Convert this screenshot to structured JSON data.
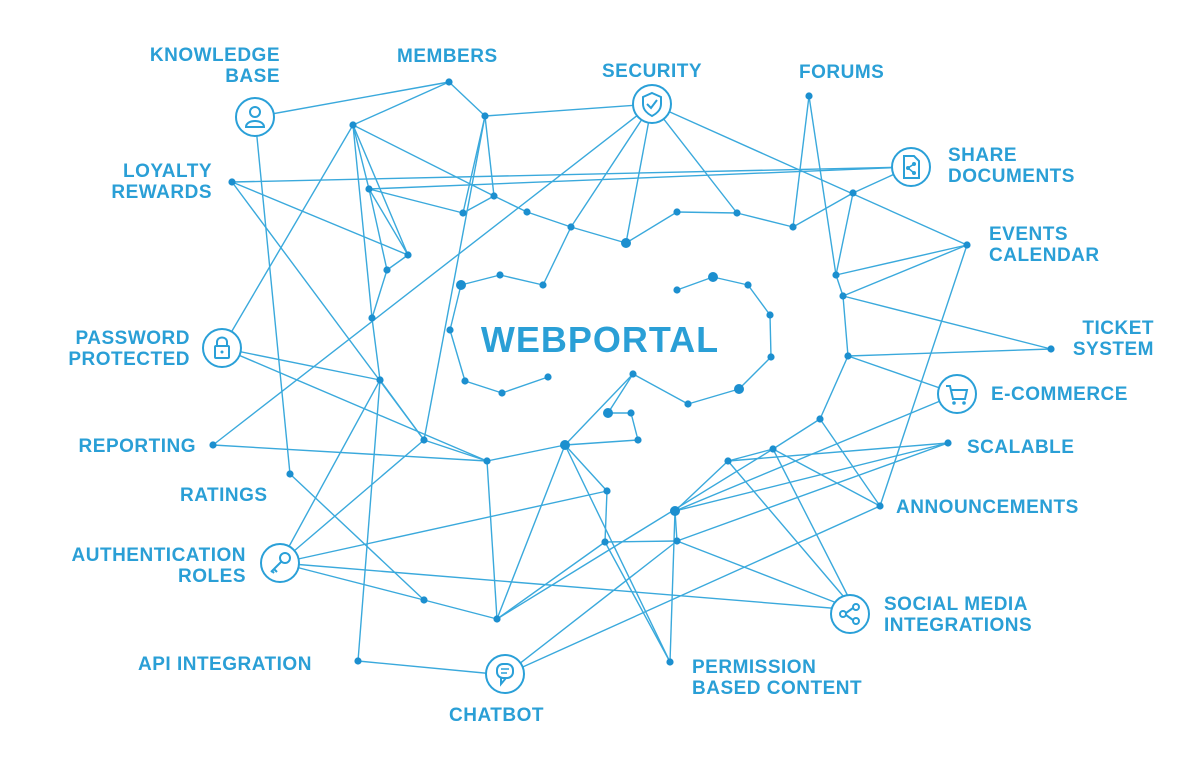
{
  "diagram": {
    "title": "WEBPORTAL",
    "colors": {
      "primary": "#2a9fd6",
      "line": "#3aa9dc",
      "node": "#1c8fcf",
      "background": "#ffffff"
    },
    "labels": {
      "knowledge_base": [
        "KNOWLEDGE",
        "BASE"
      ],
      "members": "MEMBERS",
      "security": "SECURITY",
      "forums": "FORUMS",
      "loyalty_rewards": [
        "LOYALTY",
        "REWARDS"
      ],
      "share_documents": [
        "SHARE",
        "DOCUMENTS"
      ],
      "events_calendar": [
        "EVENTS",
        "CALENDAR"
      ],
      "password_protected": [
        "PASSWORD",
        "PROTECTED"
      ],
      "ticket_system": [
        "TICKET",
        "SYSTEM"
      ],
      "e_commerce": "E-COMMERCE",
      "reporting": "REPORTING",
      "scalable": "SCALABLE",
      "ratings": "RATINGS",
      "announcements": "ANNOUNCEMENTS",
      "authentication_roles": [
        "AUTHENTICATION",
        "ROLES"
      ],
      "social_media_integrations": [
        "SOCIAL MEDIA",
        "INTEGRATIONS"
      ],
      "api_integration": "API INTEGRATION",
      "permission_based_content": [
        "PERMISSION",
        "BASED CONTENT"
      ],
      "chatbot": "CHATBOT"
    },
    "icons": [
      "person-icon",
      "shield-check-icon",
      "share-document-icon",
      "padlock-icon",
      "shopping-cart-icon",
      "key-icon",
      "share-network-icon",
      "chat-bubble-icon"
    ]
  }
}
